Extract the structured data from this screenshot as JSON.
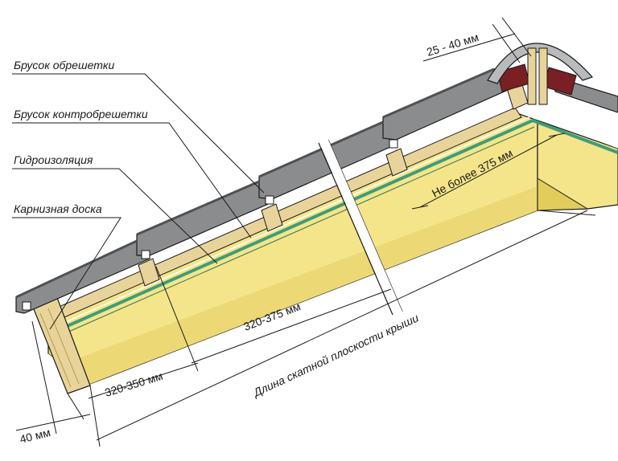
{
  "labels": {
    "batten": "Брусок обрешетки",
    "counter_batten": "Брусок контробрешетки",
    "waterproofing": "Гидроизоляция",
    "eaves_board": "Карнизная доска"
  },
  "dimensions": {
    "ridge_gap": "25 - 40 мм",
    "max_375": "Не более 375 мм",
    "spacing_320_375": "320-375 мм",
    "spacing_320_350": "320-350 мм",
    "slope_length": "Длина скатной плоскости крыши",
    "eaves_40": "40 мм"
  },
  "colors": {
    "insulation": "#f4e58a",
    "insulation_dark": "#e2cc5c",
    "tile": "#8a8c8e",
    "tile_dark": "#4f5153",
    "wood": "#e8d49a",
    "membrane": "#3f9c7a",
    "ridge_red": "#7a1f24"
  }
}
